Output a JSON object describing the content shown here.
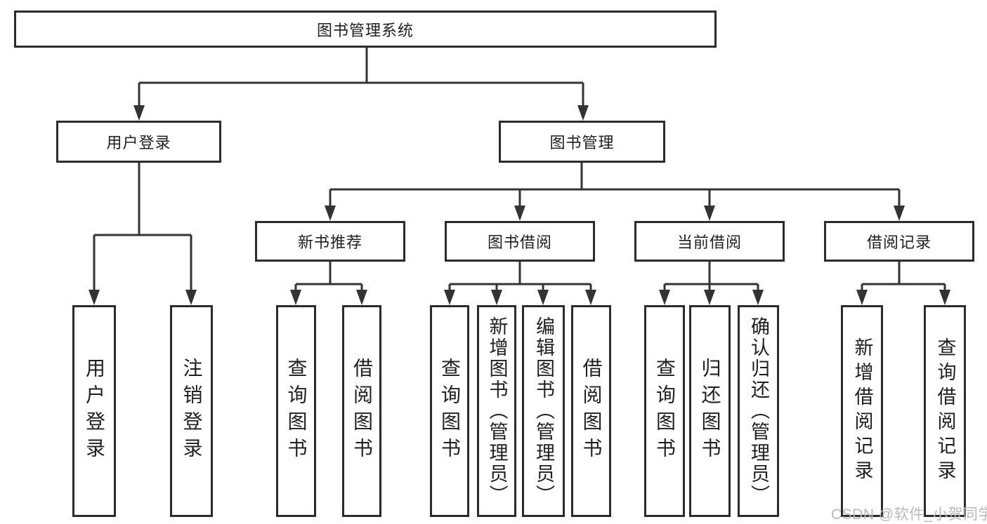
{
  "diagram_title": "图书管理系统",
  "nodes": {
    "root": "图书管理系统",
    "user_login": "用户登录",
    "book_mgmt": "图书管理",
    "new_book_rec": "新书推荐",
    "book_borrow": "图书借阅",
    "current_borrow": "当前借阅",
    "borrow_record": "借阅记录",
    "leaf_user_login": "用户登录",
    "leaf_logout": "注销登录",
    "leaf_nbr_query": "查询图书",
    "leaf_nbr_borrow": "借阅图书",
    "leaf_bb_query": "查询图书",
    "leaf_bb_add": "新增图书（管理员）",
    "leaf_bb_edit": "编辑图书（管理员）",
    "leaf_bb_borrow": "借阅图书",
    "leaf_cb_query": "查询图书",
    "leaf_cb_return": "归还图书",
    "leaf_cb_confirm": "确认归还（管理员）",
    "leaf_br_add": "新增借阅记录",
    "leaf_br_query": "查询借阅记录"
  },
  "hierarchy": {
    "root": "图书管理系统",
    "children": [
      {
        "label": "用户登录",
        "children": [
          "用户登录",
          "注销登录"
        ]
      },
      {
        "label": "图书管理",
        "children": [
          {
            "label": "新书推荐",
            "children": [
              "查询图书",
              "借阅图书"
            ]
          },
          {
            "label": "图书借阅",
            "children": [
              "查询图书",
              "新增图书（管理员）",
              "编辑图书（管理员）",
              "借阅图书"
            ]
          },
          {
            "label": "当前借阅",
            "children": [
              "查询图书",
              "归还图书",
              "确认归还（管理员）"
            ]
          },
          {
            "label": "借阅记录",
            "children": [
              "新增借阅记录",
              "查询借阅记录"
            ]
          }
        ]
      }
    ]
  },
  "watermark": {
    "text": "CSDN @软件_小贺同学"
  },
  "colors": {
    "background": "#ffffff",
    "box_border": "#2b2b2b",
    "connector_line": "#333333",
    "text": "#1f1f1f",
    "watermark_text": "#b9b9b9"
  }
}
